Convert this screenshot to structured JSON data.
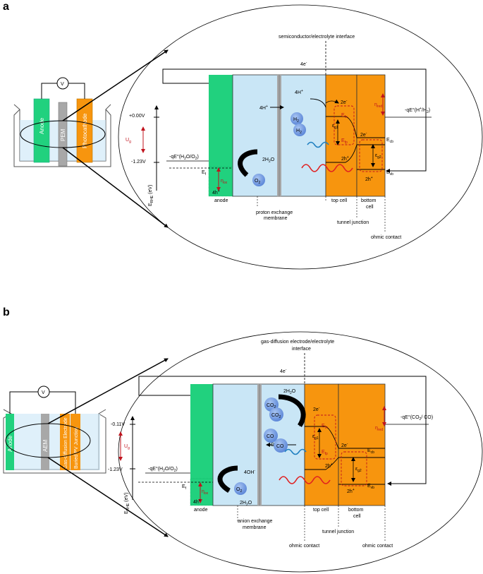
{
  "colors": {
    "anode_green": "#21D17E",
    "electrolyte_blue": "#C9E6F6",
    "cathode_orange": "#F7950E",
    "membrane_grey": "#A8A8A8",
    "photon_red": "#E02020",
    "photon_blue": "#1E7FC0",
    "bubble_blue": "#6E9BE4",
    "arrow_black": "#000000",
    "potential_red": "#C0131D"
  },
  "panel_a": {
    "letter": "a",
    "cell": {
      "anode": "Anode",
      "membrane": "PEM",
      "cathode": "Photocathode",
      "voltmeter": "V"
    },
    "axis": {
      "top_tick": "+0.00V",
      "bottom_tick": "-1.23V",
      "axis_label": "E",
      "axis_sub": "RHE",
      "axis_unit": " (eV)",
      "ug": "U",
      "ug_sub": "g"
    },
    "labels": {
      "interface": "semiconductor/electrolyte interface",
      "electrons_top": "4e",
      "electrons_sup": "-",
      "h_plus_mem": "4H",
      "h_plus_top": "4H",
      "h2_a": "H",
      "h2_b": "H",
      "h2_sub": "2",
      "water": "2H",
      "water_sub": "2",
      "water_end": "O",
      "o2": "O",
      "o2_sub": "2",
      "holes_anode": "4h",
      "eta_ox": "η",
      "eta_ox_sub": "ox",
      "fermi": "E",
      "fermi_sub": "f",
      "redox_left": "-qE°(H",
      "redox_left_end": "O/O",
      "redox_right": "-qE°(H",
      "redox_right_end": "/H",
      "e2_top": "2e",
      "e2_mid": "2e",
      "h2_mid": "2h",
      "h2_low": "2h",
      "eg1": "ε",
      "eg1_sub": "g1",
      "eg2": "ε",
      "eg2_sub": "g2",
      "efn": "E",
      "efn_sub": "fn",
      "efp": "E",
      "efp_sub": "fp",
      "ecb": "E",
      "ecb_sub": "cb",
      "evb": "E",
      "evb_sub": "vb",
      "eta_red": "η",
      "eta_red_sub": "red",
      "anode": "anode",
      "membrane": "proton exchange",
      "membrane2": "membrane",
      "top_cell": "top cell",
      "bottom_cell": "bottom",
      "bottom_cell2": "cell",
      "tunnel": "tunnel junction",
      "ohmic": "ohmic contact"
    }
  },
  "panel_b": {
    "letter": "b",
    "cell": {
      "anode": "Anode",
      "membrane": "AEM",
      "gde": "Gas-diffusion Electrode",
      "pv": "Buried PV Junction",
      "voltmeter": "V"
    },
    "axis": {
      "top_tick": "-0.11V",
      "bottom_tick": "-1.23V",
      "axis_label": "E",
      "axis_sub": "RHE",
      "axis_unit": " (eV)",
      "ug": "U",
      "ug_sub": "g"
    },
    "labels": {
      "interface": "gas-diffusion electrode/electrolyte",
      "interface2": "interface",
      "electrons_top": "4e",
      "electrons_sup": "-",
      "water_top": "2H",
      "water_end": "O",
      "co2": "CO",
      "co": "CO",
      "oh_mid": "4OH",
      "oh_low": "4OH",
      "water_low": "2H",
      "o2": "O",
      "sub2": "2",
      "holes_anode": "4h",
      "eta_ox": "η",
      "eta_ox_sub": "ox",
      "fermi": "E",
      "fermi_sub": "f",
      "redox_left": "-qE°(H",
      "redox_left_end": "O/O",
      "redox_right": "-qE°(CO",
      "redox_right_end": "/ CO)",
      "e2_top": "2e",
      "e2_mid": "2e",
      "h2_mid": "2h",
      "h2_low": "2h",
      "eg1": "ε",
      "eg1_sub": "g1",
      "eg2": "ε",
      "eg2_sub": "g2",
      "efn": "E",
      "efn_sub": "fn",
      "efp": "E",
      "efp_sub": "fp",
      "ecb": "E",
      "ecb_sub": "cb",
      "evb": "E",
      "evb_sub": "vb",
      "eta_red": "η",
      "eta_red_sub": "red",
      "anode": "anode",
      "membrane": "anion exchange",
      "membrane2": "membrane",
      "top_cell": "top cell",
      "bottom_cell": "bottom",
      "bottom_cell2": "cell",
      "tunnel": "tunnel junction",
      "ohmic_left": "ohmic contact",
      "ohmic_right": "ohmic contact"
    }
  }
}
